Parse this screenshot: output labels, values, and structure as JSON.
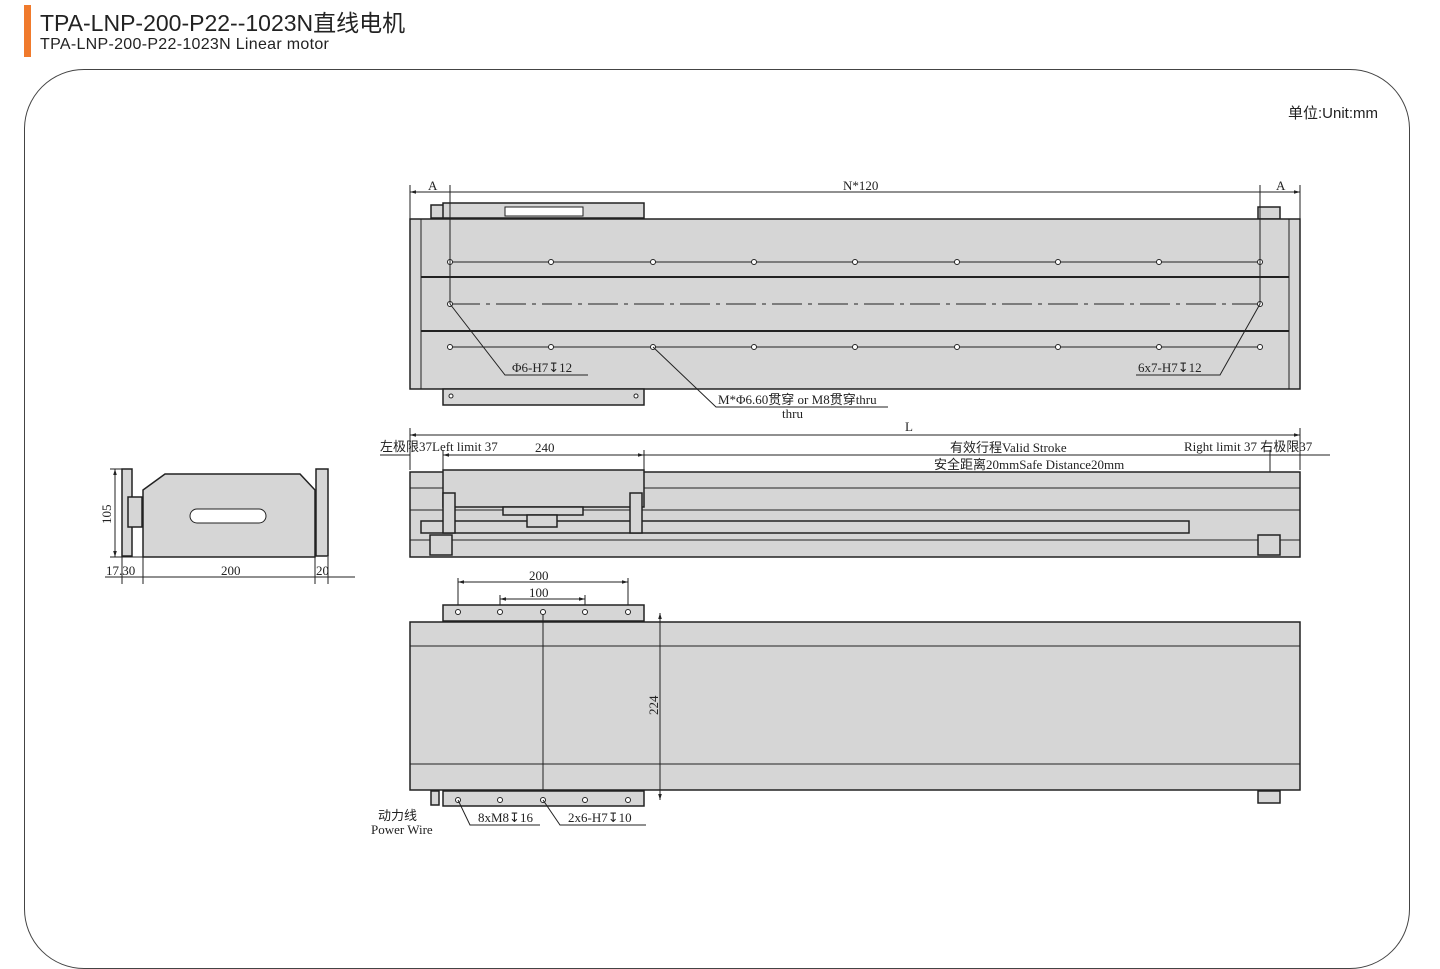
{
  "header": {
    "title": "TPA-LNP-200-P22--1023N直线电机",
    "subtitle": "TPA-LNP-200-P22-1023N Linear motor",
    "unit": "单位:Unit:mm",
    "accent_color": "#f07a2c"
  },
  "top_view": {
    "dim_a_left": "A",
    "dim_a_right": "A",
    "dim_pitch": "N*120",
    "hole_left": "Φ6-H7↧12",
    "hole_right": "6x7-H7↧12",
    "mount_hole": "M*Φ6.60贯穿 or M8贯穿thru",
    "mount_hole_thru": "thru"
  },
  "middle_view": {
    "dim_l": "L",
    "left_limit": "左极限37Left limit 37",
    "carriage_width": "240",
    "valid_stroke": "有效行程Valid Stroke",
    "safe_distance": "安全距离20mmSafe Distance20mm",
    "right_limit": "Right limit 37 右极限37"
  },
  "side_view": {
    "height": "105",
    "dim_left": "17.30",
    "width": "200",
    "dim_right": "20"
  },
  "bottom_view": {
    "dim_200": "200",
    "dim_100": "100",
    "dim_224": "224",
    "power_wire_cn": "动力线",
    "power_wire_en": "Power Wire",
    "holes_m8": "8xM8↧16",
    "holes_h7": "2x6-H7↧10"
  }
}
